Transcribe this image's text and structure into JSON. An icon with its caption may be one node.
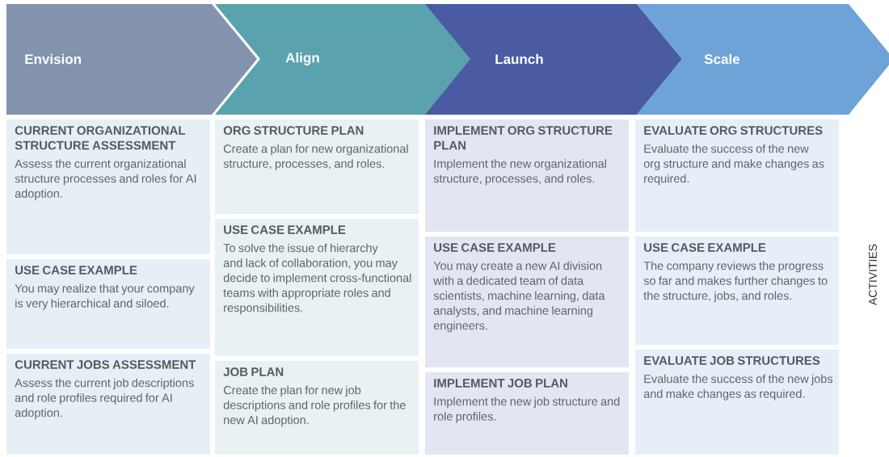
{
  "diagram": {
    "nodes": [
      {
        "text": [
          "Envision"
        ]
      },
      {
        "text": [
          "Align"
        ]
      },
      {
        "text": [
          "Launch"
        ]
      },
      {
        "text": [
          "Scale"
        ]
      },
      {
        "text": [
          "CURRENT ORGANIZATIONAL STRUCTURE ASSESSMENT",
          "Assess the current organizational structure processes and roles for AI adoption."
        ]
      },
      {
        "text": [
          "USE CASE EXAMPLE",
          "You may realize that your company is very hierarchical and siloed."
        ]
      },
      {
        "text": [
          "CURRENT JOBS ASSESSMENT",
          "Assess the current job descriptions and role profiles required for AI adoption."
        ]
      },
      {
        "text": [
          "ORG STRUCTURE PLAN",
          "Create a plan for new organizational structure, processes, and roles."
        ]
      },
      {
        "text": [
          "USE CASE EXAMPLE",
          "To solve the issue of hierarchy and lack of collaboration, you may decide to implement cross-functional teams with appropriate roles and responsibilities."
        ]
      },
      {
        "text": [
          "JOB PLAN",
          "Create the plan for new job descriptions and role profiles for the new AI adoption."
        ]
      },
      {
        "text": [
          "IMPLEMENT ORG STRUCTURE PLAN",
          "Implement the new organizational structure, processes, and roles."
        ]
      },
      {
        "text": [
          "USE CASE EXAMPLE",
          "You may create a new AI division with a dedicated team of data scientists, machine learning, data analysts, and machine learning engineers."
        ]
      },
      {
        "text": [
          "IMPLEMENT JOB PLAN",
          "Implement the new job structure and role profiles."
        ]
      },
      {
        "text": [
          "EVALUATE ORG STRUCTURES",
          "Evaluate the success of the new org structure and make changes as required."
        ]
      },
      {
        "text": [
          "USE CASE EXAMPLE",
          "The company reviews the progress so far and makes further changes to the structure, jobs, and roles."
        ]
      },
      {
        "text": [
          "EVALUATE JOB STRUCTURES",
          "Evaluate the success of the new jobs and make changes as required."
        ]
      }
    ],
    "labels": [
      "ACTIVITIES"
    ]
  }
}
